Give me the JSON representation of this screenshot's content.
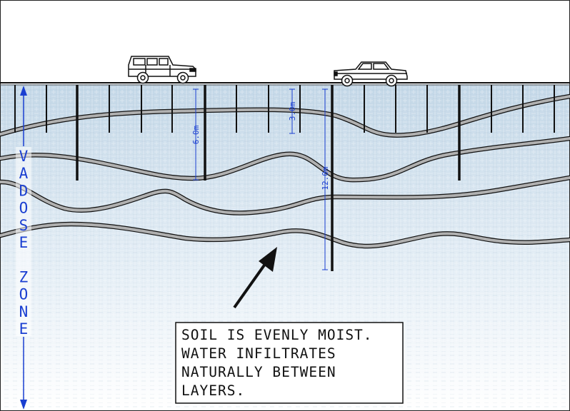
{
  "vadose_zone": {
    "letters": [
      "V",
      "A",
      "D",
      "O",
      "S",
      "E",
      "",
      "Z",
      "O",
      "N",
      "E"
    ]
  },
  "dimensions": {
    "d1": "3.0m",
    "d2": "6.0m",
    "d3": "12.0m"
  },
  "note": {
    "lines": [
      "SOIL IS EVENLY MOIST.",
      "WATER INFILTRATES",
      "NATURALLY BETWEEN",
      "LAYERS."
    ]
  },
  "colors": {
    "soil_top": "#c9dbe9",
    "soil_bottom": "#ffffff",
    "dimension_blue": "#1a3fd1",
    "layer_gray": "#a8a8a8",
    "outline": "#111111"
  },
  "icons": [
    "suv-icon",
    "sedan-icon",
    "arrow-icon"
  ]
}
